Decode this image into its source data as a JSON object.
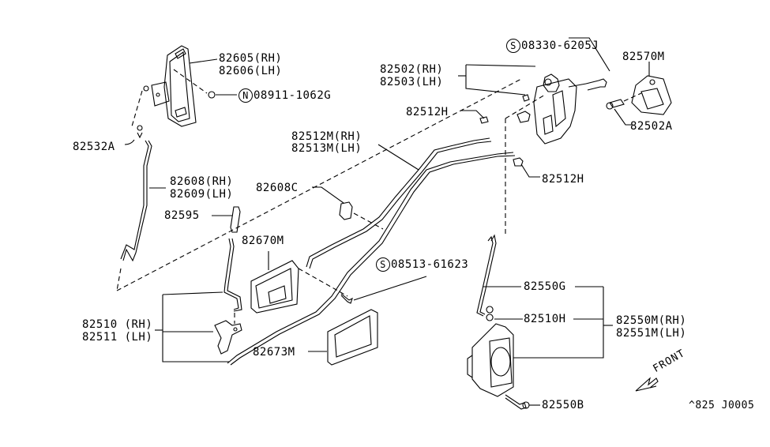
{
  "diagram": {
    "title": "Door lock and handle assembly parts diagram",
    "reference_code": "^825 J0005",
    "direction_label": "FRONT",
    "labels": {
      "p82605": "82605(RH)",
      "p82606": "82606(LH)",
      "n08911": "08911-1062G",
      "n08911_symbol": "N",
      "p82532A": "82532A",
      "p82608": "82608(RH)",
      "p82609": "82609(LH)",
      "p82595": "82595",
      "p82608C": "82608C",
      "p82670M": "82670M",
      "p82510": "82510 (RH)",
      "p82511": "82511 (LH)",
      "p82673M": "82673M",
      "s08513": "08513-61623",
      "s08513_symbol": "S",
      "p82512M": "82512M(RH)",
      "p82513M": "82513M(LH)",
      "p82512H_a": "82512H",
      "p82512H_b": "82512H",
      "p82502": "82502(RH)",
      "p82503": "82503(LH)",
      "s08330": "08330-6205J",
      "s08330_symbol": "S",
      "p82570M": "82570M",
      "p82502A": "82502A",
      "p82550G": "82550G",
      "p82510H": "82510H",
      "p82550M": "82550M(RH)",
      "p82551M": "82551M(LH)",
      "p82550B": "82550B"
    }
  }
}
